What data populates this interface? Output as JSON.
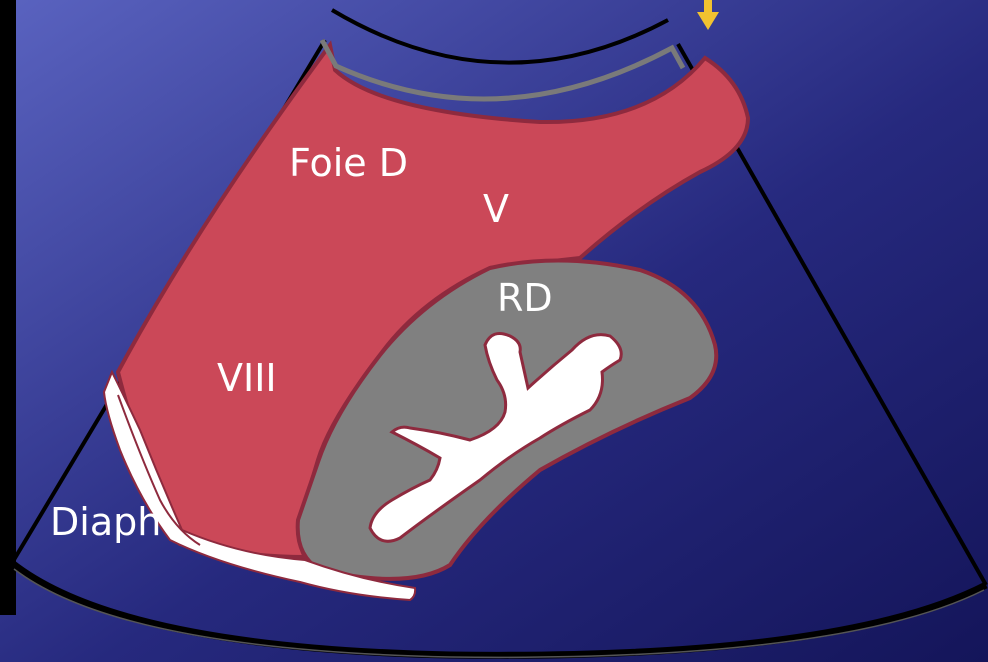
{
  "labels": {
    "liver": "Foie D",
    "segment_v": "V",
    "segment_viii": "VIII",
    "kidney": "RD",
    "diaphragm": "Diaph"
  },
  "colors": {
    "background_light": "#5A63C0",
    "background_dark": "#14155A",
    "liver_fill": "#CB4858",
    "liver_stroke": "#8E2A3E",
    "kidney_fill": "#808080",
    "sinus_fill": "#FFFFFF",
    "probe_line": "#7A7A7A",
    "arrow": "#F2C230",
    "label_text": "#FFFFFF",
    "left_bar": "#000000"
  },
  "icons": {
    "probe_marker": "down-arrow-icon"
  }
}
